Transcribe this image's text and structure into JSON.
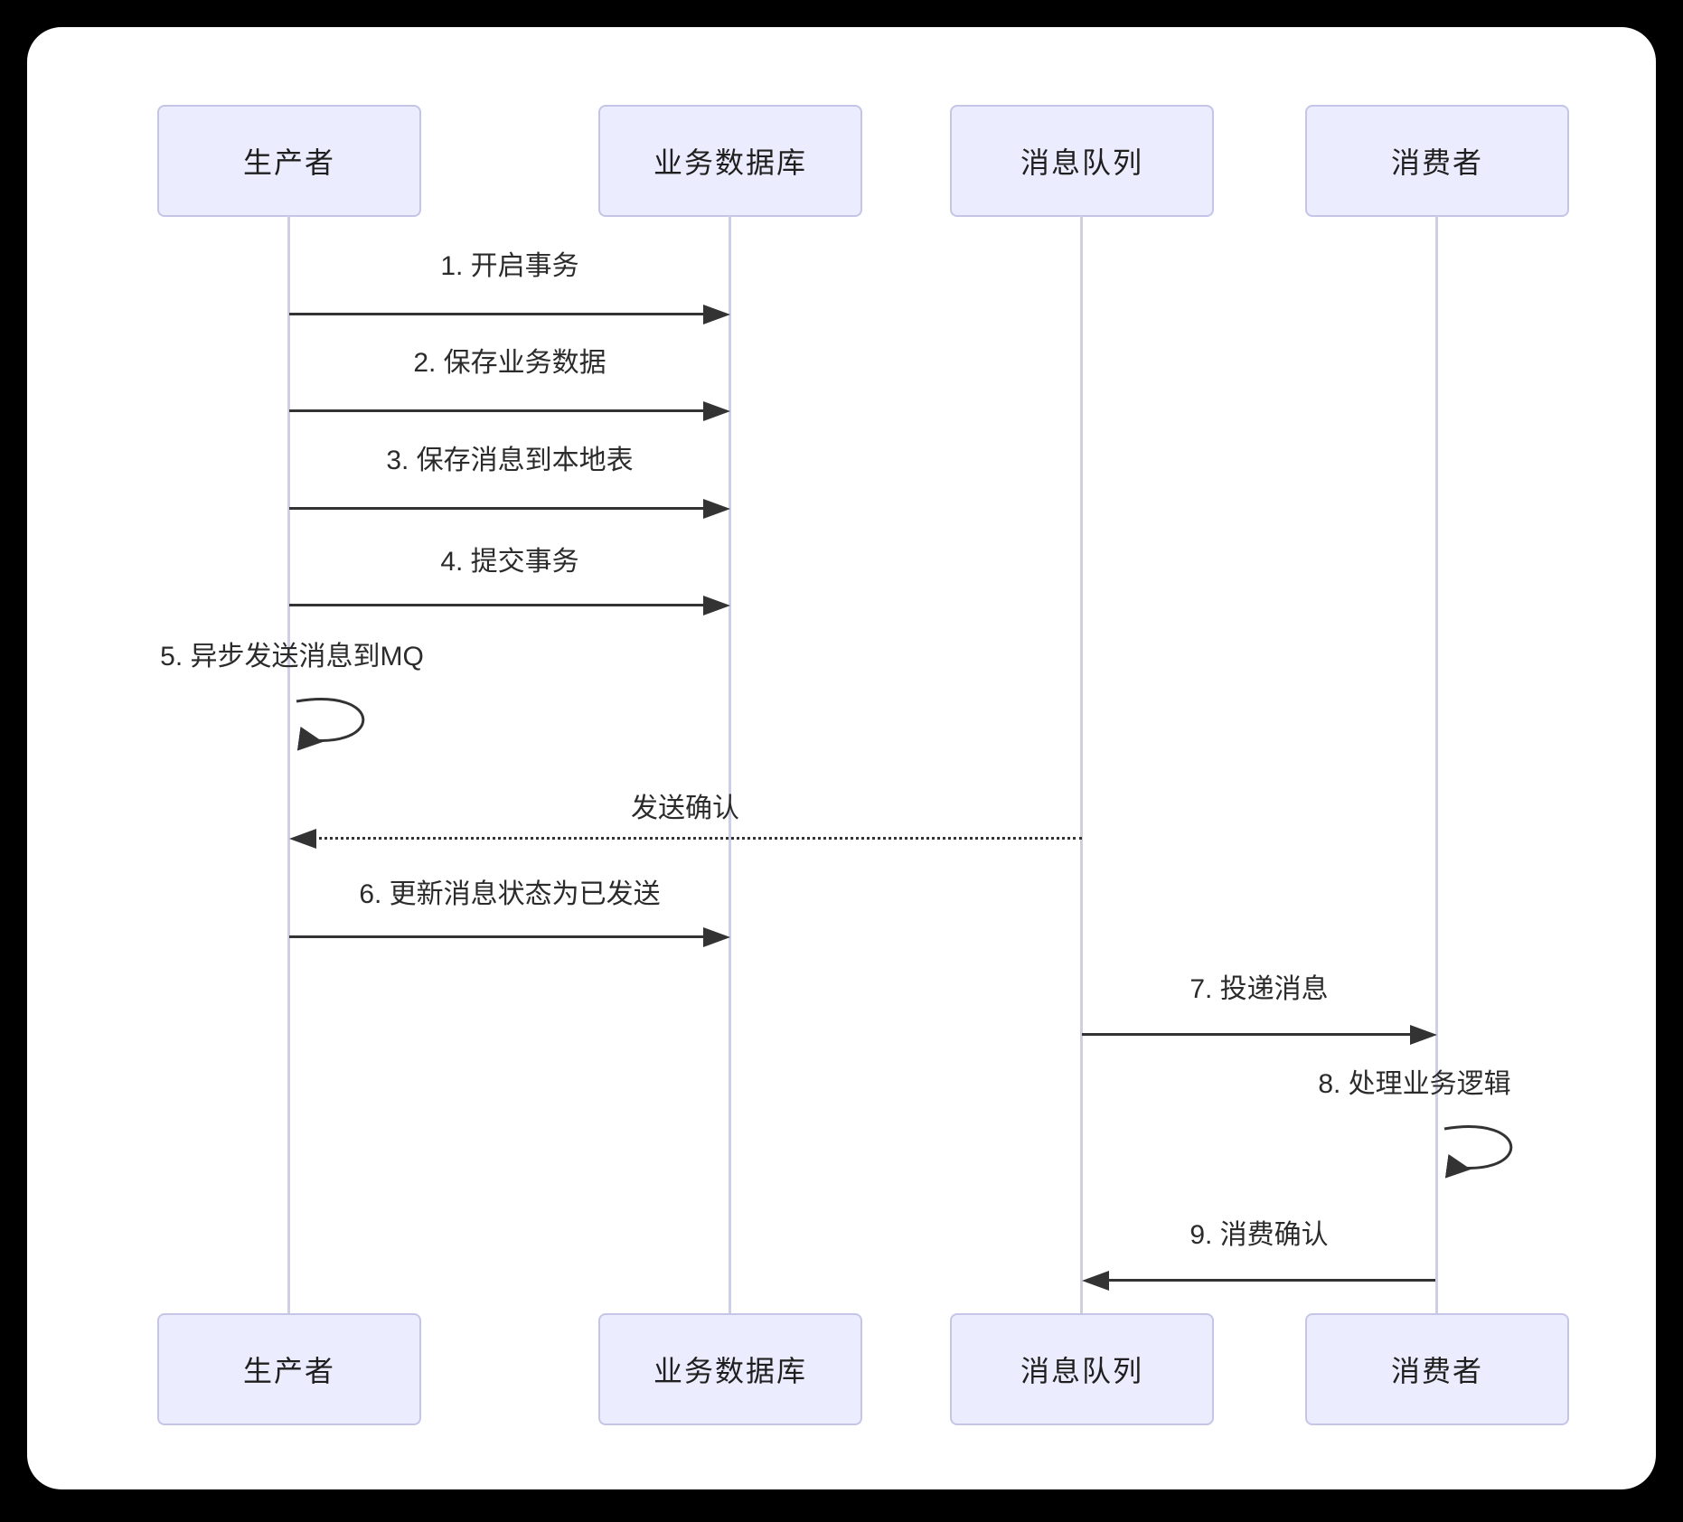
{
  "diagram": {
    "type": "sequence",
    "actors": [
      {
        "id": "producer",
        "name": "生产者"
      },
      {
        "id": "database",
        "name": "业务数据库"
      },
      {
        "id": "queue",
        "name": "消息队列"
      },
      {
        "id": "consumer",
        "name": "消费者"
      }
    ],
    "messages": [
      {
        "label": "1. 开启事务",
        "from": "生产者",
        "to": "业务数据库",
        "style": "solid",
        "kind": "message"
      },
      {
        "label": "2. 保存业务数据",
        "from": "生产者",
        "to": "业务数据库",
        "style": "solid",
        "kind": "message"
      },
      {
        "label": "3. 保存消息到本地表",
        "from": "生产者",
        "to": "业务数据库",
        "style": "solid",
        "kind": "message"
      },
      {
        "label": "4. 提交事务",
        "from": "生产者",
        "to": "业务数据库",
        "style": "solid",
        "kind": "message"
      },
      {
        "label": "5. 异步发送消息到MQ",
        "from": "生产者",
        "to": "生产者",
        "style": "solid",
        "kind": "self-loop"
      },
      {
        "label": "发送确认",
        "from": "消息队列",
        "to": "生产者",
        "style": "dashed",
        "kind": "message"
      },
      {
        "label": "6. 更新消息状态为已发送",
        "from": "生产者",
        "to": "业务数据库",
        "style": "solid",
        "kind": "message"
      },
      {
        "label": "7. 投递消息",
        "from": "消息队列",
        "to": "消费者",
        "style": "solid",
        "kind": "message"
      },
      {
        "label": "8. 处理业务逻辑",
        "from": "消费者",
        "to": "消费者",
        "style": "solid",
        "kind": "self-loop"
      },
      {
        "label": "9. 消费确认",
        "from": "消费者",
        "to": "消息队列",
        "style": "solid",
        "kind": "message"
      }
    ],
    "colors": {
      "frame_background": "#000000",
      "canvas_background": "#ffffff",
      "actor_fill": "#ECECFF",
      "actor_border": "#c5c5e8",
      "lifeline": "#cfcfe3",
      "arrow": "#333333",
      "text": "#2b2b2b"
    }
  }
}
